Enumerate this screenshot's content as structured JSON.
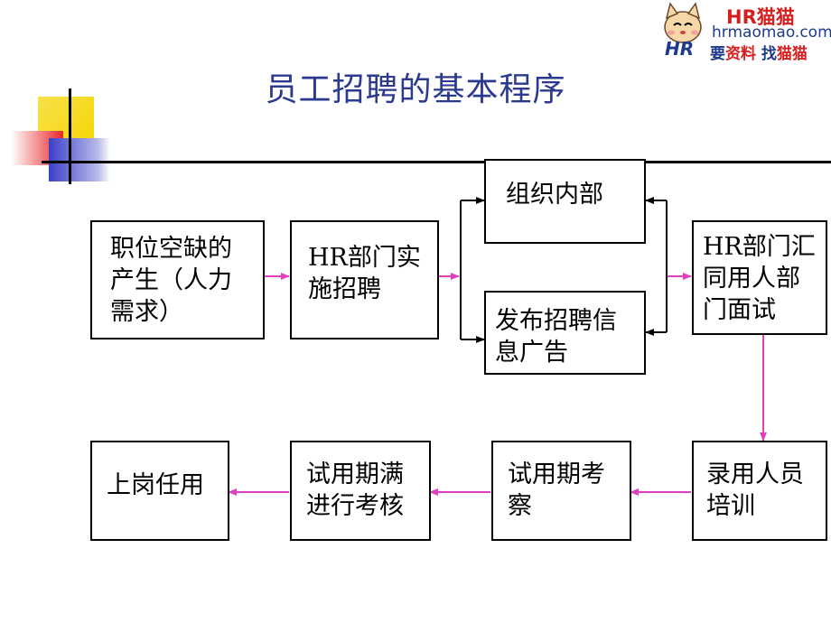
{
  "title": "员工招聘的基本程序",
  "logo": {
    "brand": "HR猫猫",
    "site": "hrmaomao.com",
    "slogan_pre": "要",
    "slogan_mid1": "资料",
    "slogan_mid2": "找",
    "slogan_end": "猫猫",
    "badge": "HR"
  },
  "boxes": {
    "vacancy": "职位空缺的产生（人力需求）",
    "hr_dept": "HR部门实施招聘",
    "internal": "组织内部",
    "ads": "发布招聘信息广告",
    "interview": "HR部门汇同用人部门面试",
    "training": "录用人员培训",
    "probation": "试用期考察",
    "probation_end": "试用期满进行考核",
    "onboard": "上岗任用"
  },
  "colors": {
    "title": "#2b3a8f",
    "arrow_magenta": "#e040c0",
    "logo_red": "#d62020",
    "logo_blue": "#1e3a8a"
  }
}
